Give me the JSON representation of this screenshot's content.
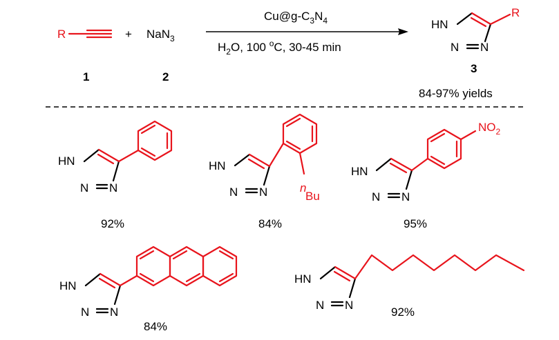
{
  "scheme": {
    "reactant1_substituent": "R",
    "plus": "+",
    "reactant2": "NaN3",
    "catalyst": "Cu@g-C3N4",
    "conditions": "H2O, 100 oC, 30-45 min",
    "product_substituent": "R",
    "labels": [
      "1",
      "2",
      "3"
    ],
    "yield_range": "84-97% yields"
  },
  "atoms": {
    "nh": "HN",
    "n": "N",
    "nbu_prefix": "n",
    "nbu": "Bu",
    "no2": "NO2"
  },
  "products": [
    {
      "substituent": "phenyl",
      "yield": "92%"
    },
    {
      "substituent": "2-n-butylphenyl",
      "yield": "84%"
    },
    {
      "substituent": "4-nitrophenyl",
      "yield": "95%"
    },
    {
      "substituent": "2-anthracenyl",
      "yield": "84%"
    },
    {
      "substituent": "n-octyl",
      "yield": "92%"
    }
  ],
  "colors": {
    "highlight": "#e8141c",
    "text": "#000000"
  }
}
